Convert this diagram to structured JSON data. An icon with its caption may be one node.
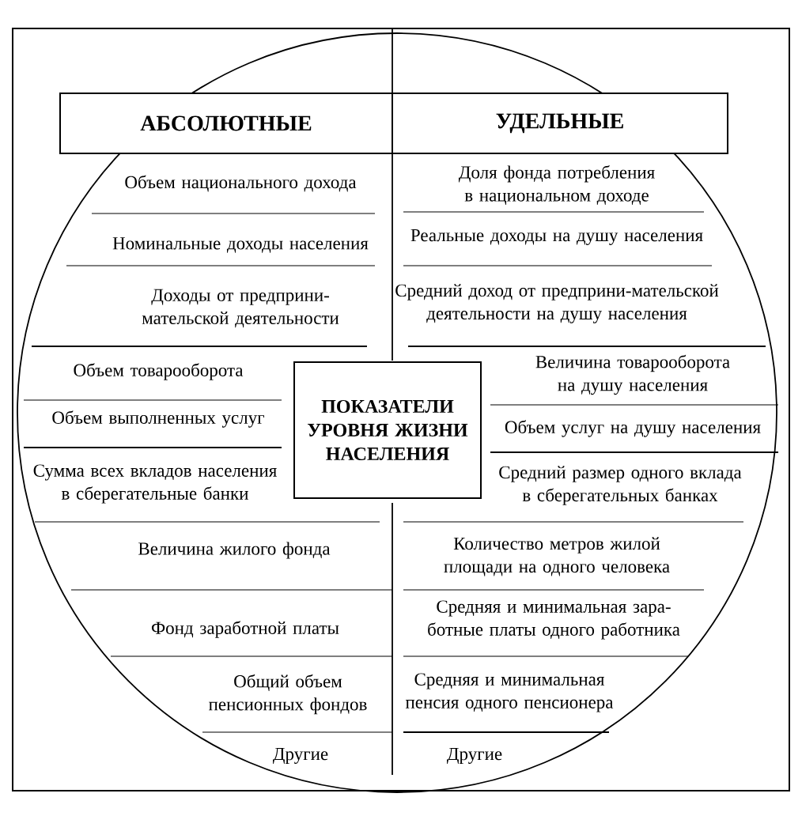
{
  "diagram": {
    "nodes": [
      {
        "text": [
          "АБСОЛЮТНЫЕ"
        ]
      },
      {
        "text": [
          "УДЕЛЬНЫЕ"
        ]
      },
      {
        "text": [
          "ПОКАЗАТЕЛИ УРОВНЯ ЖИЗНИ НАСЕЛЕНИЯ"
        ]
      }
    ],
    "edges": [],
    "labels": [
      "Объем национального дохода",
      "Доля фонда потребления в национальном доходе",
      "Номинальные доходы населения",
      "Реальные доходы на душу населения",
      "Доходы от предприни-мательской деятельности",
      "Средний доход от предприни-мательской деятельности на душу населения",
      "Объем товарооборота",
      "Величина товарооборота на душу населения",
      "Объем выполненных услуг",
      "Объем услуг на душу населения",
      "Сумма всех вкладов населения в сберегательные банки",
      "Средний размер одного вклада в сберегательных банках",
      "Величина жилого фонда",
      "Количество метров жилой площади на одного человека",
      "Фонд заработной платы",
      "Средняя и минимальная зара-ботные платы одного работника",
      "Общий объем пенсионных фондов",
      "Средняя и минимальная пенсия одного пенсионера",
      "Другие",
      "Другие"
    ]
  }
}
